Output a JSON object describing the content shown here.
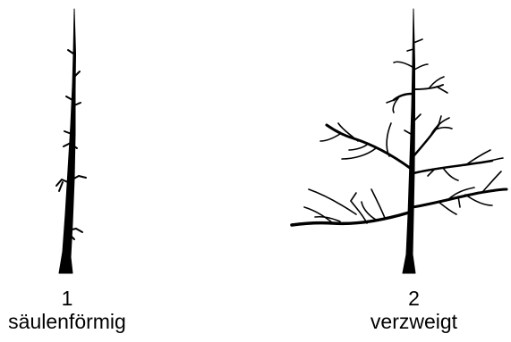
{
  "figures": [
    {
      "number": "1",
      "label": "säulenförmig"
    },
    {
      "number": "2",
      "label": "verzweigt"
    }
  ],
  "colors": {
    "ink": "#000000",
    "background": "#ffffff"
  }
}
